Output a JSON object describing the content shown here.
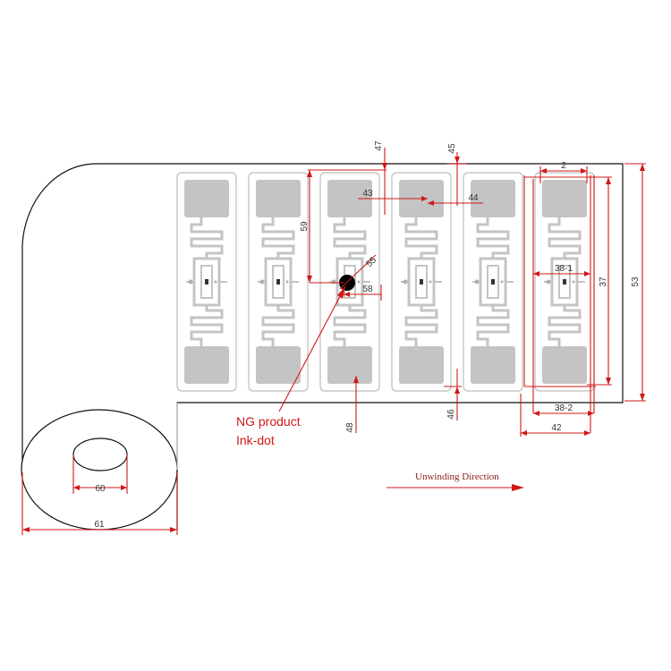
{
  "colors": {
    "outline": "#111111",
    "light_outline": "#bdbdbd",
    "antenna": "#c4c4c4",
    "antenna_dark": "#b1b1b1",
    "dim_red": "#d01818",
    "ink_dot": "#000000"
  },
  "dimensions": {
    "d47": "47",
    "d45": "45",
    "d2": "2",
    "d53": "53",
    "d43": "43",
    "d44": "44",
    "d59": "59",
    "d55": "55",
    "d58": "58",
    "d38_1": "38-1",
    "d37": "37",
    "d48": "48",
    "d46": "46",
    "d38_2": "38-2",
    "d42": "42",
    "d60": "60",
    "d61": "61"
  },
  "annotations": {
    "ng_line1": "NG product",
    "ng_line2": "Ink-dot",
    "unwinding": "Unwinding Direction"
  }
}
